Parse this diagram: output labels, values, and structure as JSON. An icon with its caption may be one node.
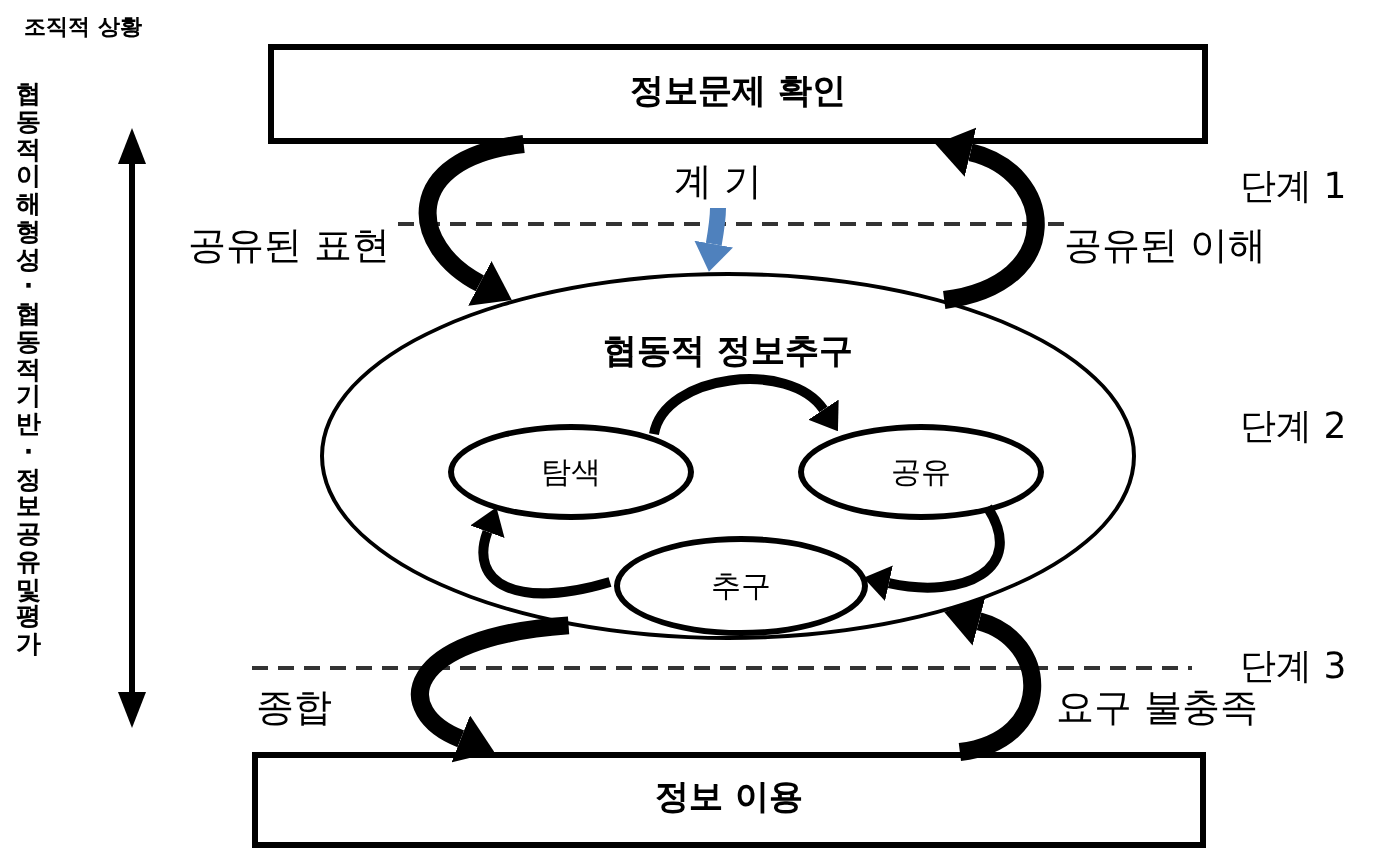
{
  "diagram": {
    "nodes": [
      {
        "text": [
          "정보문제 확인"
        ]
      },
      {
        "text": [
          "협동적 정보추구"
        ]
      },
      {
        "text": [
          "탐색"
        ],
        "in": 1
      },
      {
        "text": [
          "공유"
        ],
        "in": 1
      },
      {
        "text": [
          "추구"
        ],
        "in": 1
      },
      {
        "text": [
          "정보 이용"
        ]
      },
      {
        "text": [
          "계 기"
        ]
      }
    ],
    "edges": [
      {
        "from": 0,
        "to": 1,
        "arrow": "to",
        "label": "공유된 표현"
      },
      {
        "from": 1,
        "to": 0,
        "arrow": "to",
        "label": "공유된 이해"
      },
      {
        "from": 6,
        "to": 1,
        "arrow": "to",
        "color": "#4f81bd"
      },
      {
        "from": 2,
        "to": 3,
        "arrow": "to"
      },
      {
        "from": 3,
        "to": 4,
        "arrow": "to"
      },
      {
        "from": 4,
        "to": 2,
        "arrow": "to"
      },
      {
        "from": 1,
        "to": 5,
        "arrow": "to",
        "label": "종합"
      },
      {
        "from": 5,
        "to": 1,
        "arrow": "to",
        "label": "요구 불충족"
      }
    ],
    "labels": [
      "조직적 상황",
      "협동적 이해형성· 협동적 기반· 정보공유 및 평가",
      "단계 1",
      "단계 2",
      "단계 3"
    ]
  }
}
